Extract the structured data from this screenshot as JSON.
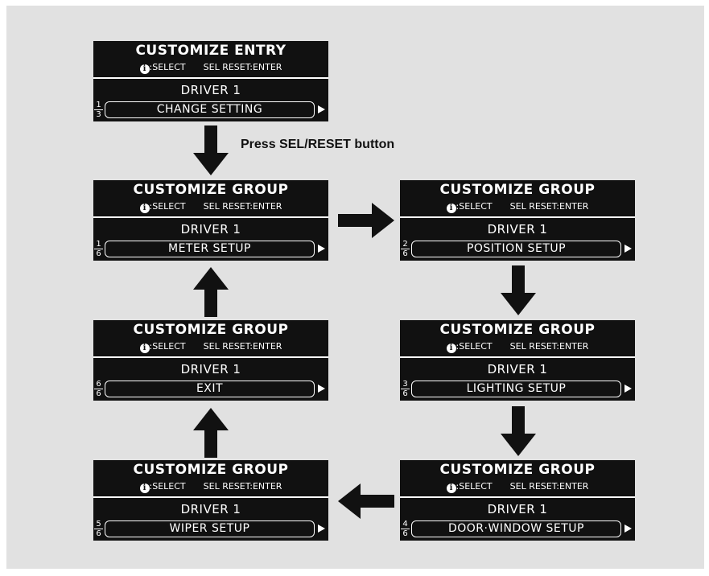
{
  "caption": "Press SEL/RESET button",
  "colors": {
    "screen_bg": "#111111",
    "panel_bg": "#e1e1e1",
    "arrow": "#111111"
  },
  "screens": [
    {
      "id": "entry",
      "title": "CUSTOMIZE ENTRY",
      "hint_select": ":SELECT",
      "hint_enter": "SEL RESET:ENTER",
      "driver": "DRIVER 1",
      "index": "1",
      "total": "3",
      "option": "CHANGE SETTING"
    },
    {
      "id": "meter",
      "title": "CUSTOMIZE GROUP",
      "hint_select": ":SELECT",
      "hint_enter": "SEL RESET:ENTER",
      "driver": "DRIVER 1",
      "index": "1",
      "total": "6",
      "option": "METER SETUP"
    },
    {
      "id": "position",
      "title": "CUSTOMIZE GROUP",
      "hint_select": ":SELECT",
      "hint_enter": "SEL RESET:ENTER",
      "driver": "DRIVER 1",
      "index": "2",
      "total": "6",
      "option": "POSITION SETUP"
    },
    {
      "id": "exit",
      "title": "CUSTOMIZE GROUP",
      "hint_select": ":SELECT",
      "hint_enter": "SEL RESET:ENTER",
      "driver": "DRIVER 1",
      "index": "6",
      "total": "6",
      "option": "EXIT"
    },
    {
      "id": "lighting",
      "title": "CUSTOMIZE GROUP",
      "hint_select": ":SELECT",
      "hint_enter": "SEL RESET:ENTER",
      "driver": "DRIVER 1",
      "index": "3",
      "total": "6",
      "option": "LIGHTING SETUP"
    },
    {
      "id": "wiper",
      "title": "CUSTOMIZE GROUP",
      "hint_select": ":SELECT",
      "hint_enter": "SEL RESET:ENTER",
      "driver": "DRIVER 1",
      "index": "5",
      "total": "6",
      "option": "WIPER SETUP"
    },
    {
      "id": "door",
      "title": "CUSTOMIZE GROUP",
      "hint_select": ":SELECT",
      "hint_enter": "SEL RESET:ENTER",
      "driver": "DRIVER 1",
      "index": "4",
      "total": "6",
      "option": "DOOR·WINDOW SETUP"
    }
  ]
}
